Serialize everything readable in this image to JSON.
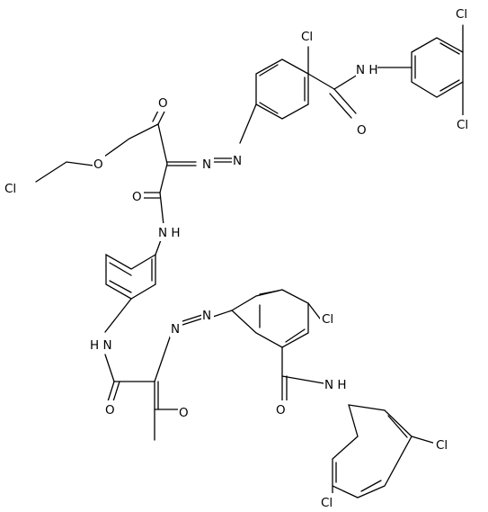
{
  "atoms": {
    "cl_top": "Cl",
    "cl_upper_ring_a": "Cl",
    "cl_upper_ring_b": "Cl",
    "nh_upper_amide": "N H",
    "o_upper_amide": "O",
    "n_upper_azo_1": "N",
    "n_upper_azo_2": "N",
    "o_ketone_upper": "O",
    "o_ether": "O",
    "cl_chloroethyl": "Cl",
    "o_upper_acyl": "O",
    "nh_upper_link": "N H",
    "nh_lower_link": "H N",
    "n_lower_azo_1": "N",
    "n_lower_azo_2": "N",
    "cl_mid": "Cl",
    "o_lower_amide": "O",
    "nh_lower_amide": "N H",
    "o_lower_acyl": "O",
    "o_ketone_lower": "O",
    "cl_lower_ring_a": "Cl",
    "cl_lower_ring_b": "Cl"
  }
}
